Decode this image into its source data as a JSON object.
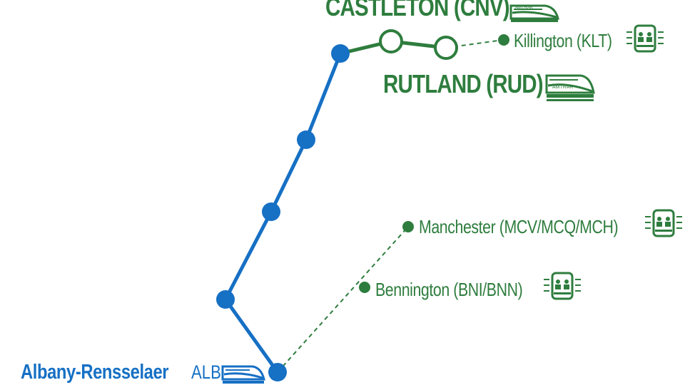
{
  "colors": {
    "amtrak_route": "#1670c4",
    "extension_route": "#2e7d3e",
    "station_label_green": "#2e7d3e",
    "station_label_blue": "#1670c4",
    "icon_green": "#2e7d3e",
    "icon_blue": "#1670c4"
  },
  "stations": {
    "castleton": {
      "label": "CASTLETON (CNV)",
      "icon": "amtrak-train-icon"
    },
    "rutland": {
      "label": "RUTLAND (RUD)",
      "icon": "amtrak-train-icon"
    },
    "albany": {
      "name": "Albany-Rensselaer",
      "code": "ALB",
      "icon": "amtrak-train-icon"
    }
  },
  "bus_stops": {
    "killington": {
      "label": "Killington (KLT)",
      "icon": "bus-icon"
    },
    "manchester": {
      "label": "Manchester (MCV/MCQ/MCH)",
      "icon": "bus-icon"
    },
    "bennington": {
      "label": "Bennington (BNI/BNN)",
      "icon": "bus-icon"
    }
  },
  "train_logo_text": "AMTRAK"
}
